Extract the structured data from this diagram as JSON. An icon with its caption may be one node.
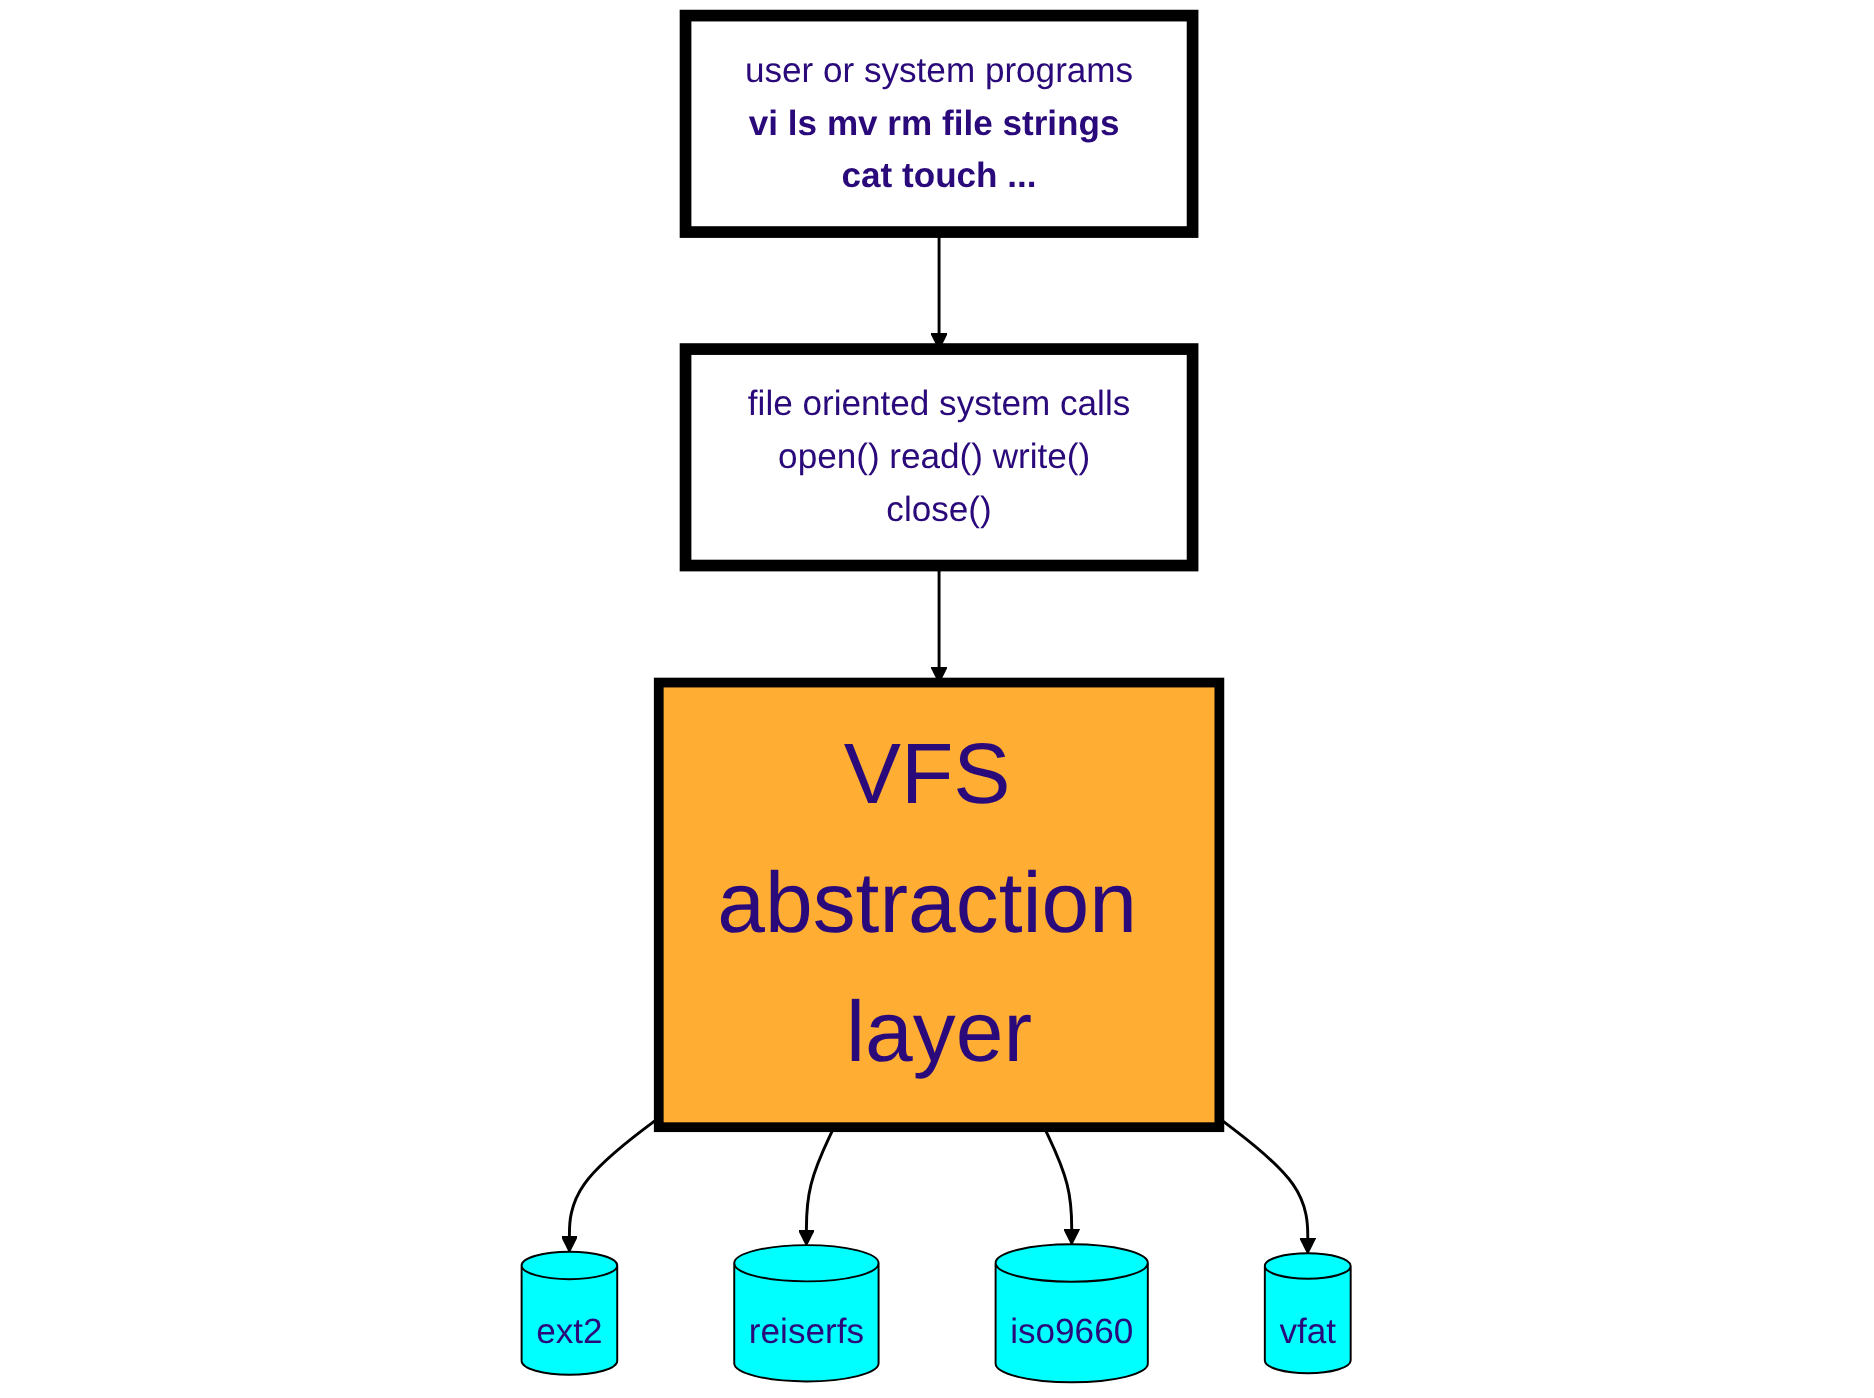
{
  "diagram": {
    "nodes": [
      {
        "text": [
          "user or system programs",
          "vi ls mv rm file strings cat touch ..."
        ]
      },
      {
        "text": [
          "file oriented system calls",
          "open() read() write() close()"
        ]
      },
      {
        "text": [
          "VFS abstraction layer"
        ]
      },
      {
        "text": [
          "ext2"
        ]
      },
      {
        "text": [
          "reiserfs"
        ]
      },
      {
        "text": [
          "iso9660"
        ]
      },
      {
        "text": [
          "vfat"
        ]
      }
    ],
    "edges": [
      {
        "from": 0,
        "to": 1,
        "arrow": "to"
      },
      {
        "from": 1,
        "to": 2,
        "arrow": "to"
      },
      {
        "from": 2,
        "to": 3,
        "arrow": "to"
      },
      {
        "from": 2,
        "to": 4,
        "arrow": "to"
      },
      {
        "from": 2,
        "to": 5,
        "arrow": "to"
      },
      {
        "from": 2,
        "to": 6,
        "arrow": "to"
      }
    ]
  }
}
